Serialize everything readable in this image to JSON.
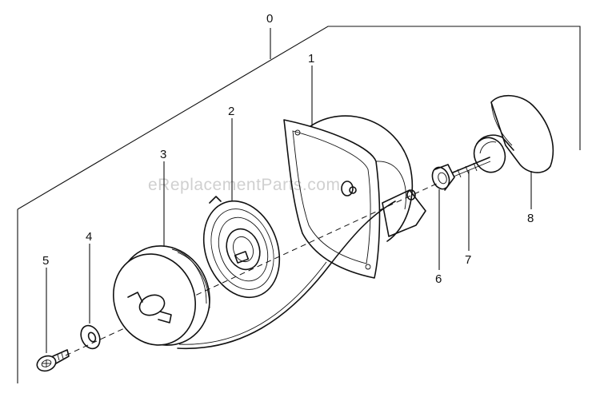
{
  "watermark": "eReplacementParts.com",
  "callouts": {
    "assembly": "0",
    "housing": "1",
    "spring": "2",
    "pulley": "3",
    "washer": "4",
    "screw": "5",
    "grommet": "6",
    "rope": "7",
    "handle": "8"
  }
}
